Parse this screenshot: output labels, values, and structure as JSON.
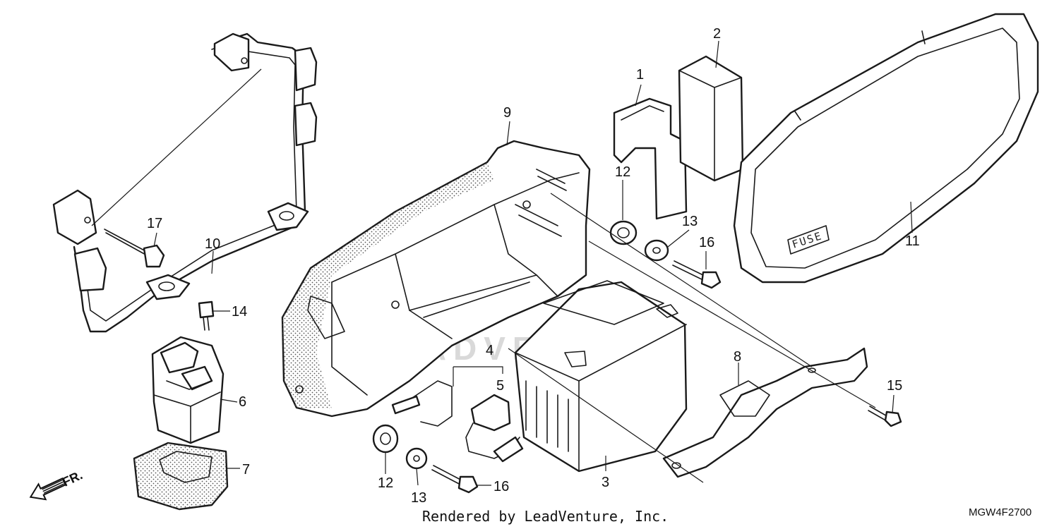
{
  "diagram": {
    "callouts": [
      {
        "id": "c1",
        "label": "1"
      },
      {
        "id": "c2",
        "label": "2"
      },
      {
        "id": "c3",
        "label": "3"
      },
      {
        "id": "c4",
        "label": "4"
      },
      {
        "id": "c5",
        "label": "5"
      },
      {
        "id": "c6",
        "label": "6"
      },
      {
        "id": "c7",
        "label": "7"
      },
      {
        "id": "c8",
        "label": "8"
      },
      {
        "id": "c9",
        "label": "9"
      },
      {
        "id": "c10",
        "label": "10"
      },
      {
        "id": "c11",
        "label": "11"
      },
      {
        "id": "c12a",
        "label": "12"
      },
      {
        "id": "c12b",
        "label": "12"
      },
      {
        "id": "c13a",
        "label": "13"
      },
      {
        "id": "c13b",
        "label": "13"
      },
      {
        "id": "c14",
        "label": "14"
      },
      {
        "id": "c15",
        "label": "15"
      },
      {
        "id": "c16a",
        "label": "16"
      },
      {
        "id": "c16b",
        "label": "16"
      },
      {
        "id": "c17",
        "label": "17"
      }
    ],
    "front_arrow_label": "FR.",
    "fuse_lid_label": "FUSE",
    "watermark": "LEADVENTURE",
    "rendered_by": "Rendered by LeadVenture, Inc.",
    "diagram_code": "MGW4F2700"
  }
}
